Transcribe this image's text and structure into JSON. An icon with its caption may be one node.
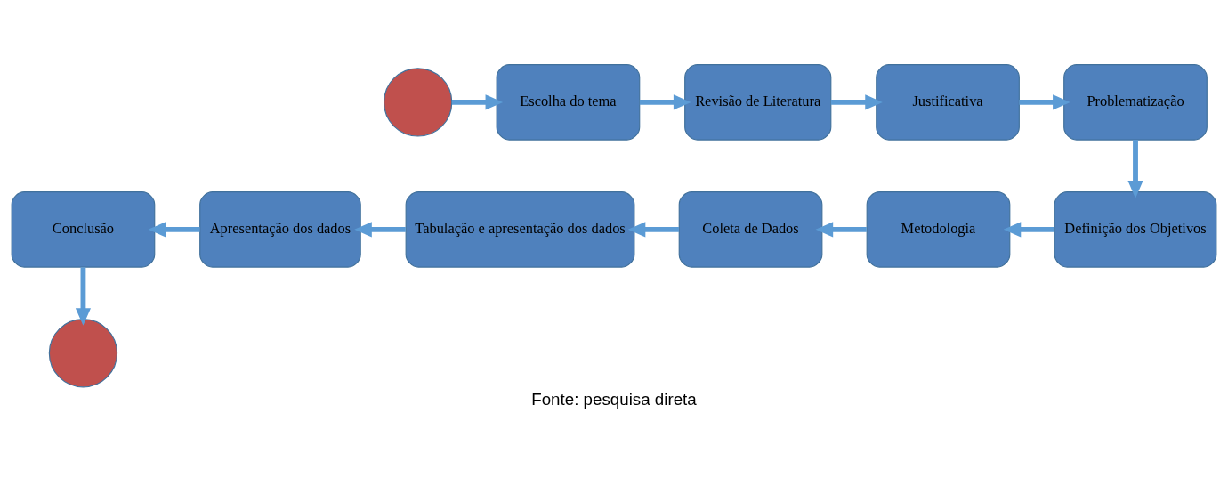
{
  "diagram": {
    "caption": "Fonte: pesquisa direta",
    "nodes": [
      {
        "text": [],
        "shape": "circle"
      },
      {
        "text": [
          "Escolha do tema"
        ]
      },
      {
        "text": [
          "Revisão de Literatura"
        ]
      },
      {
        "text": [
          "Justificativa"
        ]
      },
      {
        "text": [
          "Problematização"
        ]
      },
      {
        "text": [
          "Definição dos Objetivos"
        ]
      },
      {
        "text": [
          "Metodologia"
        ]
      },
      {
        "text": [
          "Coleta de Dados"
        ]
      },
      {
        "text": [
          "Tabulação e apresentação dos dados"
        ]
      },
      {
        "text": [
          "Apresentação dos dados"
        ]
      },
      {
        "text": [
          "Conclusão"
        ]
      },
      {
        "text": [],
        "shape": "circle"
      }
    ],
    "edges": [
      {
        "from": 0,
        "to": 1,
        "arrow": "to"
      },
      {
        "from": 1,
        "to": 2,
        "arrow": "to"
      },
      {
        "from": 2,
        "to": 3,
        "arrow": "to"
      },
      {
        "from": 3,
        "to": 4,
        "arrow": "to"
      },
      {
        "from": 4,
        "to": 5,
        "arrow": "to"
      },
      {
        "from": 5,
        "to": 6,
        "arrow": "to"
      },
      {
        "from": 6,
        "to": 7,
        "arrow": "to"
      },
      {
        "from": 7,
        "to": 8,
        "arrow": "to"
      },
      {
        "from": 8,
        "to": 9,
        "arrow": "to"
      },
      {
        "from": 9,
        "to": 10,
        "arrow": "to"
      },
      {
        "from": 10,
        "to": 11,
        "arrow": "to"
      }
    ]
  }
}
